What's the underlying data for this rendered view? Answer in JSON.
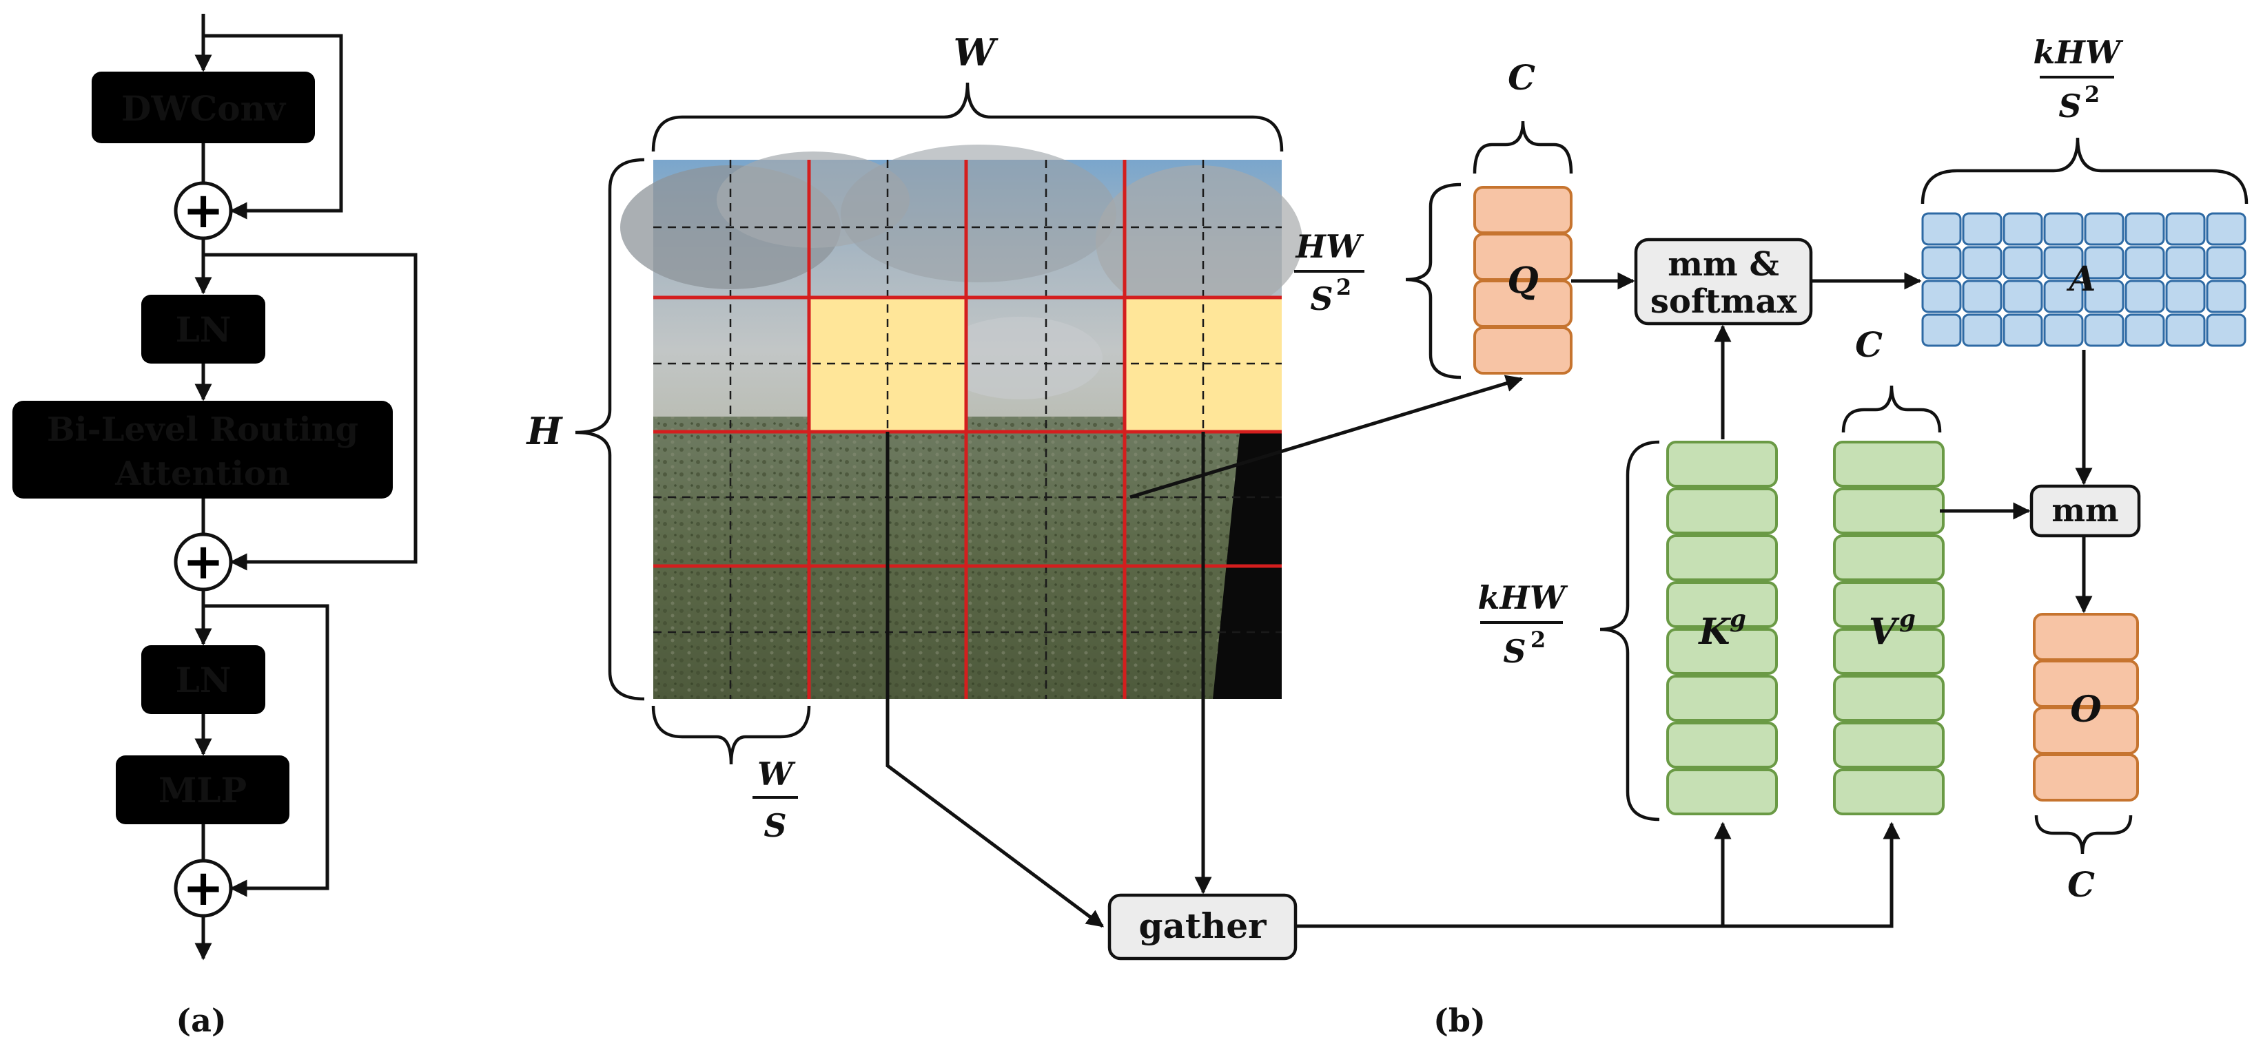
{
  "panel_a": {
    "caption": "(a)",
    "dwconv": "DWConv",
    "ln1": "LN",
    "attention_line1": "Bi-Level Routing",
    "attention_line2": "Attention",
    "ln2": "LN",
    "mlp": "MLP",
    "plus": "+"
  },
  "panel_b": {
    "caption": "(b)",
    "image_width_label": "W",
    "image_height_label": "H",
    "region_width_num": "W",
    "region_width_den": "S",
    "q_token_count_num": "HW",
    "q_token_count_den": "S",
    "q_token_count_den_sup": "2",
    "q_channel_label": "C",
    "q_label": "Q",
    "mm_softmax_line1": "mm &",
    "mm_softmax_line2": "softmax",
    "a_size_num": "kHW",
    "a_size_den": "S",
    "a_size_den_sup": "2",
    "a_label": "A",
    "kv_token_count_num": "kHW",
    "kv_token_count_den": "S",
    "kv_token_count_den_sup": "2",
    "k_label": "K",
    "k_sup": "g",
    "v_channel_label": "C",
    "v_label": "V",
    "v_sup": "g",
    "mm_label": "mm",
    "o_label": "O",
    "o_channel_label": "C",
    "gather_label": "gather"
  },
  "colors": {
    "orange_fill": "#f7c4a5",
    "orange_stroke": "#c6742f",
    "green_fill": "#c6e0b4",
    "green_stroke": "#6a9a45",
    "blue_fill": "#bdd7ee",
    "blue_stroke": "#2e6aa4",
    "gray_fill": "#ececec",
    "grid_red": "#d41e1e",
    "region_yellow": "#ffe699"
  }
}
